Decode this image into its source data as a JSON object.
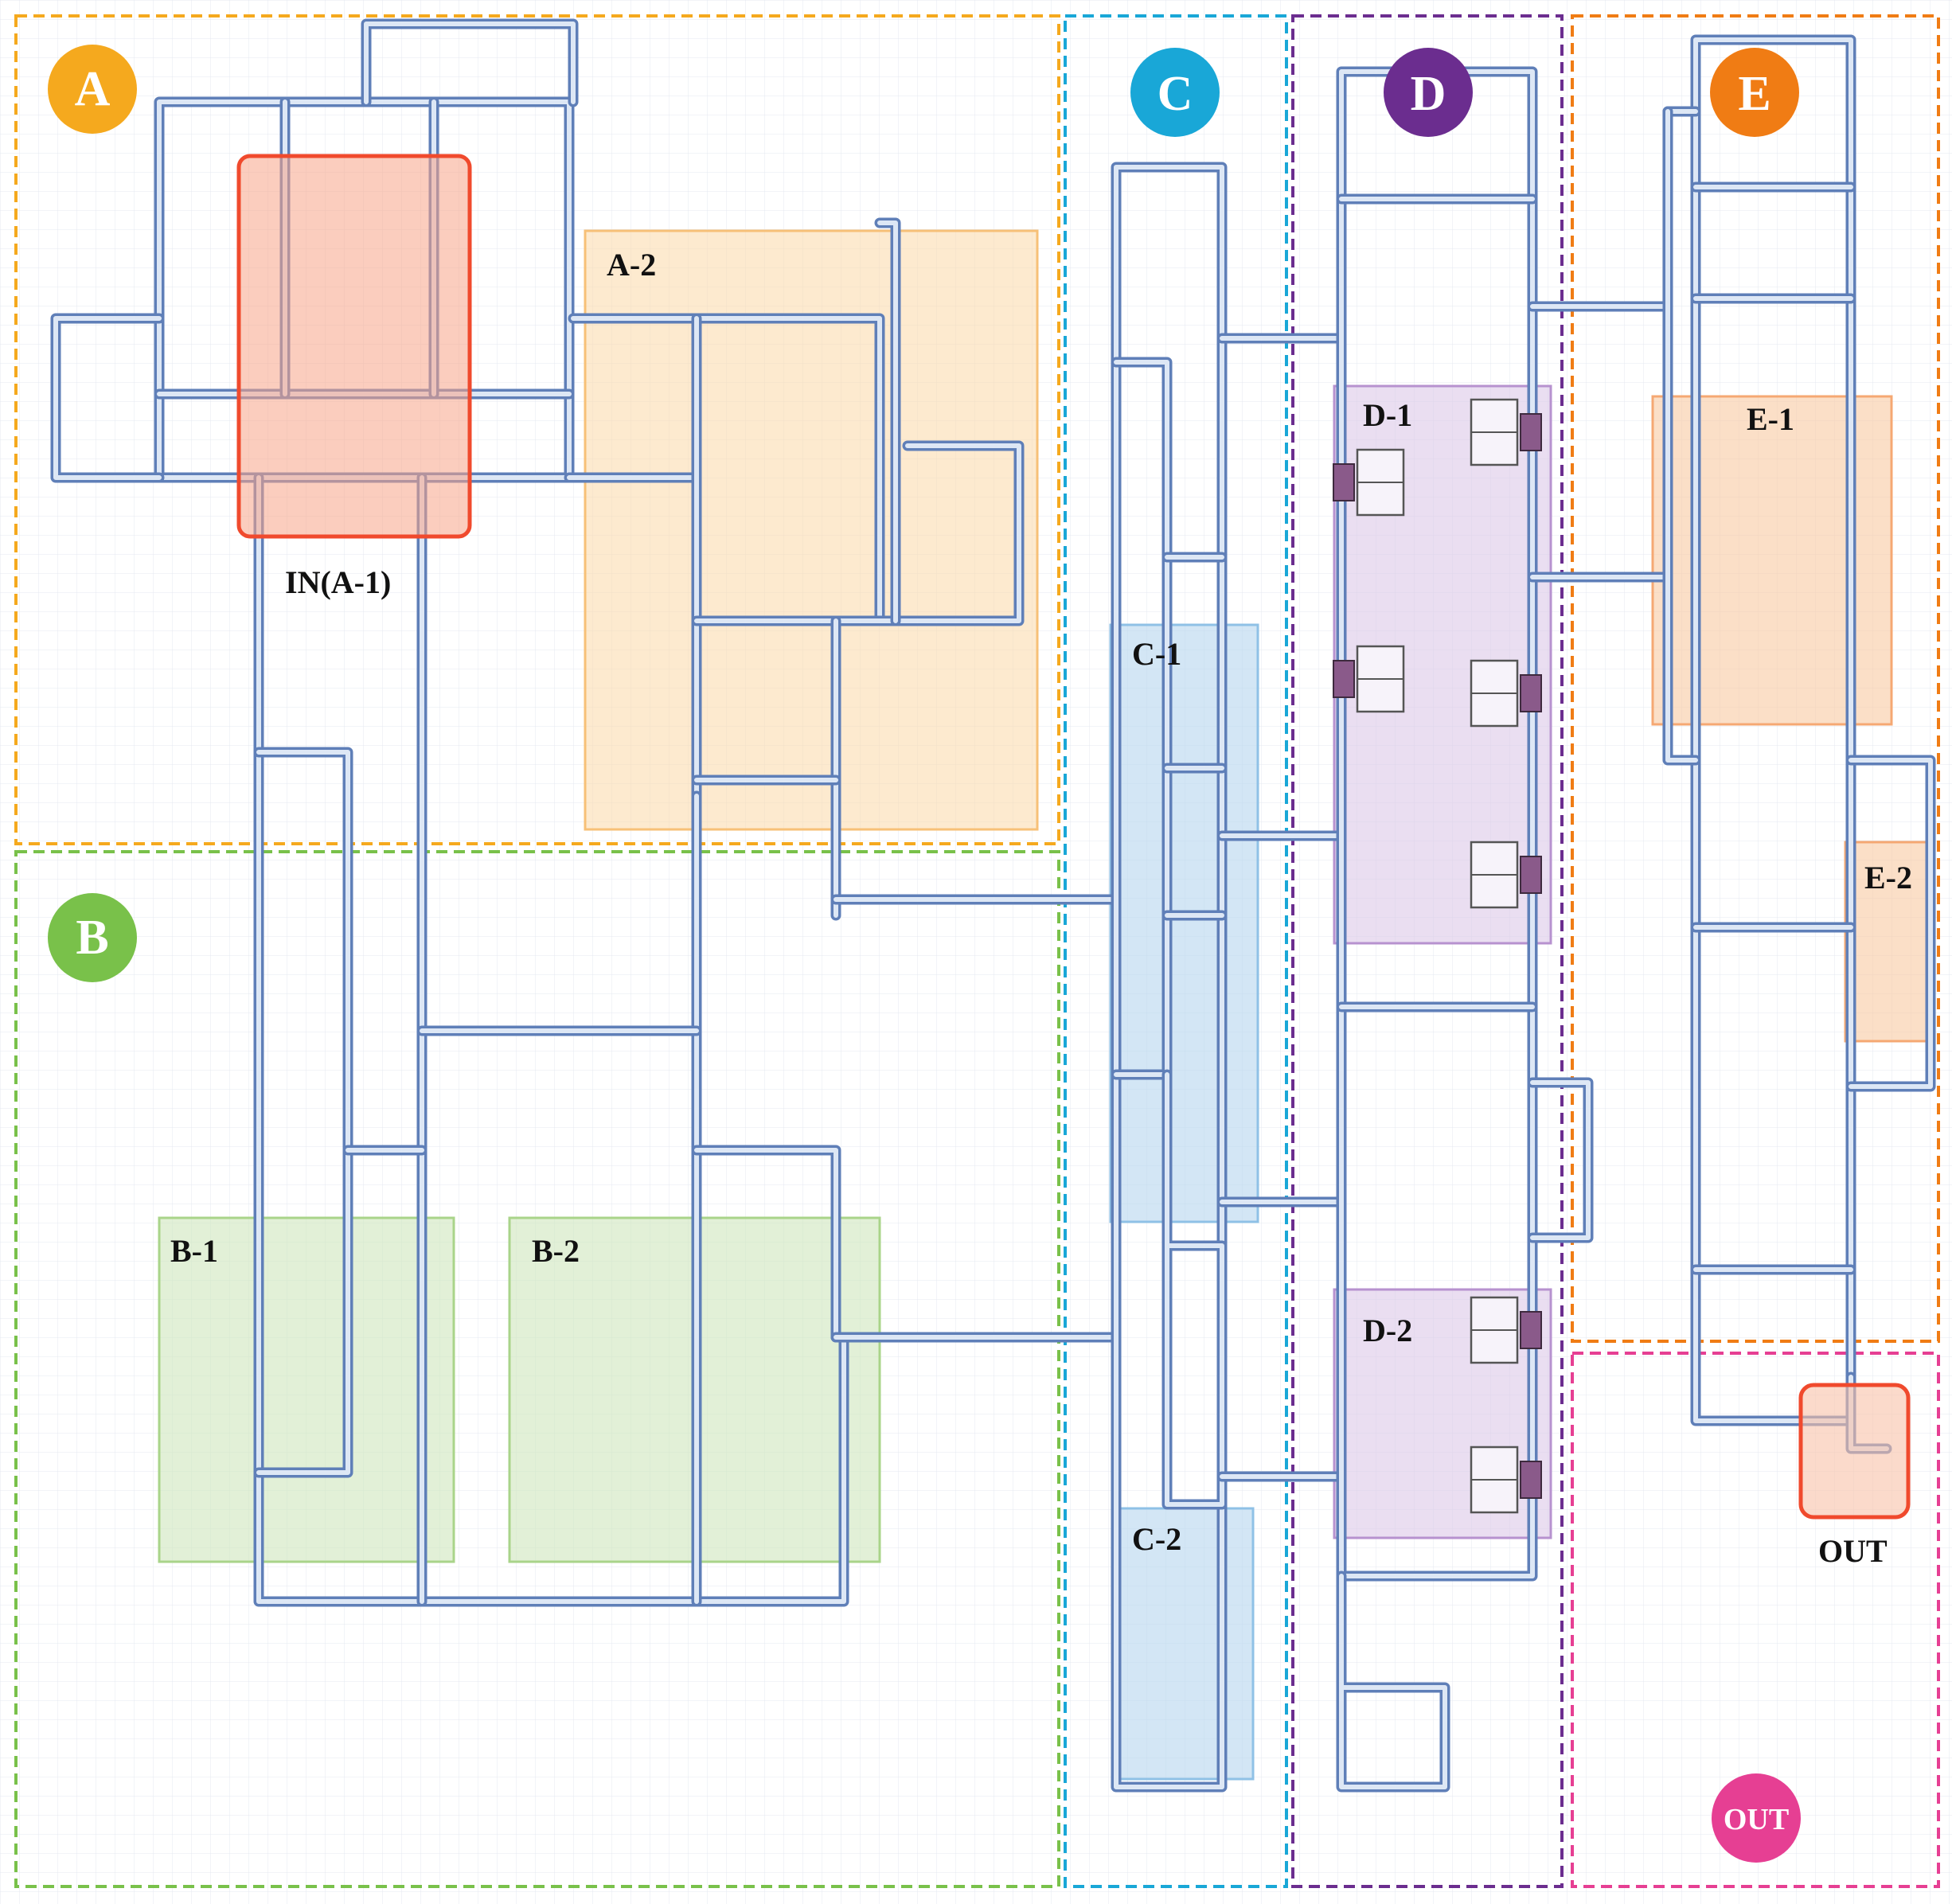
{
  "zones": [
    {
      "key": "A",
      "label": "A",
      "color": "#f5a91e"
    },
    {
      "key": "B",
      "label": "B",
      "color": "#79c14a"
    },
    {
      "key": "C",
      "label": "C",
      "color": "#19a7d7"
    },
    {
      "key": "D",
      "label": "D",
      "color": "#6b2d8f"
    },
    {
      "key": "E",
      "label": "E",
      "color": "#f07c14"
    },
    {
      "key": "OUT",
      "label": "OUT",
      "color": "#e63f93"
    }
  ],
  "areas": [
    {
      "key": "IN",
      "label": "IN(A-1)",
      "color": "#f04a2d"
    },
    {
      "key": "A2",
      "label": "A-2",
      "color": "#f9c98a"
    },
    {
      "key": "B1",
      "label": "B-1",
      "color": "#b9dca0"
    },
    {
      "key": "B2",
      "label": "B-2",
      "color": "#b9dca0"
    },
    {
      "key": "C1",
      "label": "C-1",
      "color": "#9cc9ea"
    },
    {
      "key": "C2",
      "label": "C-2",
      "color": "#9cc9ea"
    },
    {
      "key": "D1",
      "label": "D-1",
      "color": "#c8a6da"
    },
    {
      "key": "D2",
      "label": "D-2",
      "color": "#c8a6da"
    },
    {
      "key": "E1",
      "label": "E-1",
      "color": "#f7b27d"
    },
    {
      "key": "E2",
      "label": "E-2",
      "color": "#f7b27d"
    },
    {
      "key": "OUTBOX",
      "label": "OUT",
      "color": "#f04a2d"
    }
  ],
  "colors": {
    "track": "#5f7fb8",
    "track_core": "#dde7f5",
    "grid": "#e7ecf2"
  }
}
